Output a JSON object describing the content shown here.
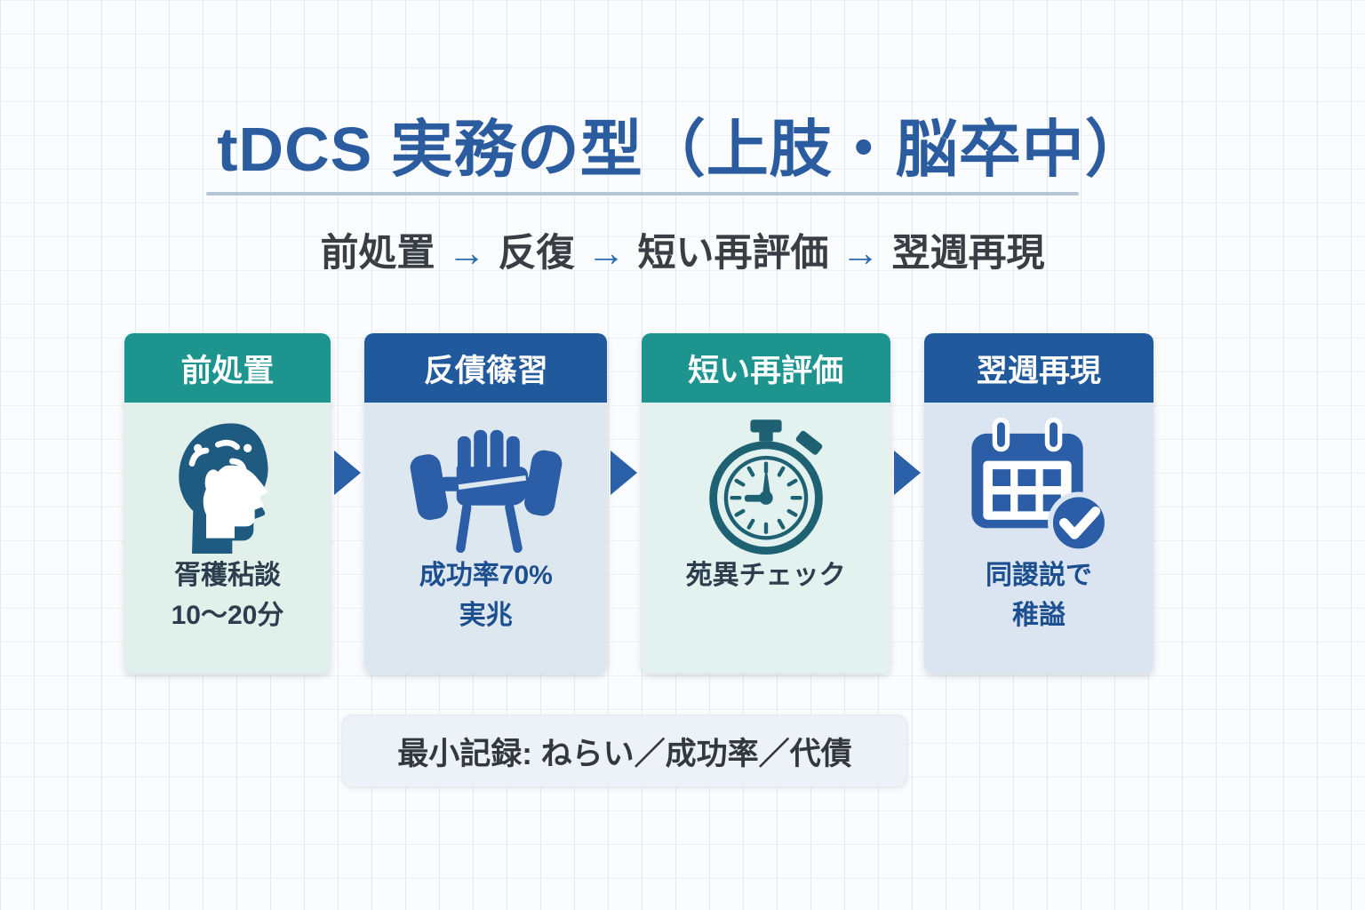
{
  "title": {
    "text": "tDCS 実務の型（上肢・脳卒中）"
  },
  "flow": {
    "arrow": "→",
    "steps": [
      "前処置",
      "反復",
      "短い再評価",
      "翌週再現"
    ]
  },
  "cards": [
    {
      "title": "前処置",
      "icon": "head-brain-icon",
      "line1": "胥穫秥談",
      "line2": "10〜20分"
    },
    {
      "title": "反債篠習",
      "icon": "fist-dumbbell-icon",
      "line1": "成功率70%",
      "line2": "実兆"
    },
    {
      "title": "短い再評価",
      "icon": "stopwatch-icon",
      "line1": "苑異チェック",
      "line2": ""
    },
    {
      "title": "翌週再現",
      "icon": "calendar-check-icon",
      "line1": "同謖説で",
      "line2": "稚謚"
    }
  ],
  "footer": {
    "note": "最小記録: ねらい／成功率／代債"
  },
  "colors": {
    "title_blue": "#2a5c9f",
    "header_teal": "#1d948e",
    "header_blue": "#20599c",
    "icon_blue": "#2b5ea7",
    "icon_teal": "#1e6173",
    "icon_head_blue": "#1f5b80",
    "arrow_blue": "#2a61a8",
    "body_mint": "#e1f0eb",
    "body_bluegrey": "#dde7f0"
  }
}
